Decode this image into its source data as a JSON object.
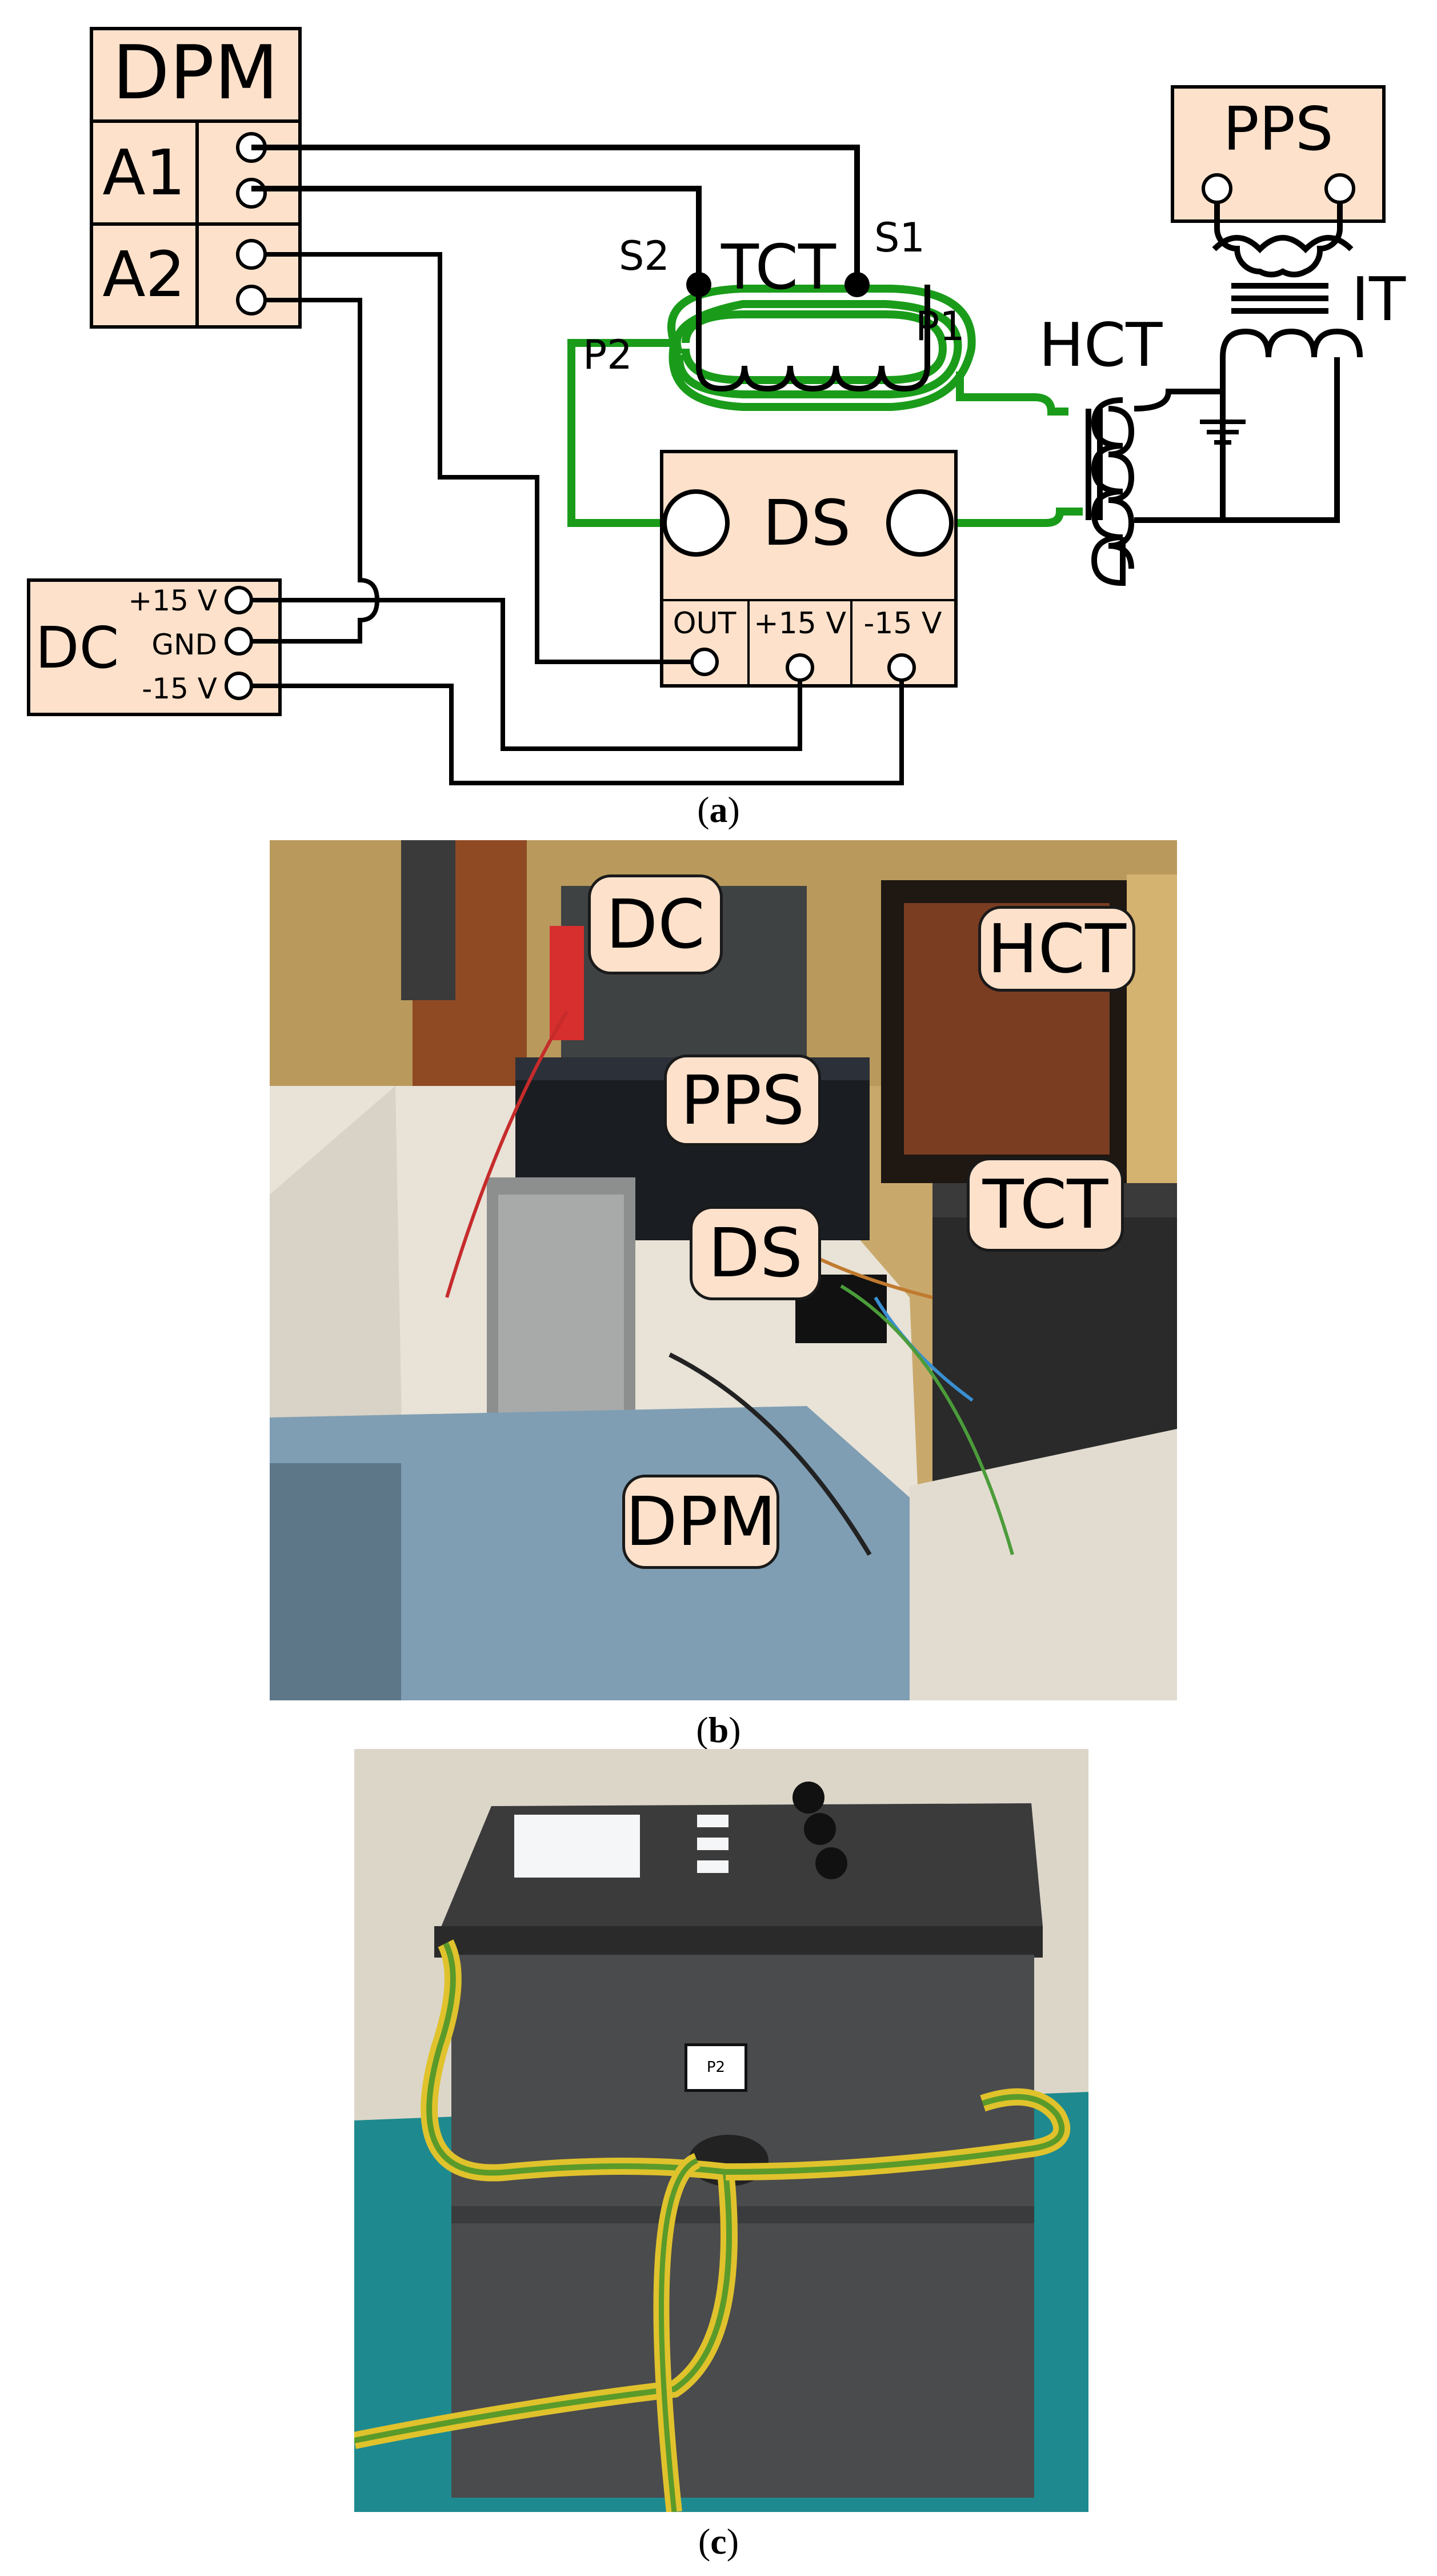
{
  "panel_a": {
    "caption_letter": "a",
    "boxes": {
      "dpm": {
        "title": "DPM",
        "ch1": "A1",
        "ch2": "A2"
      },
      "pps": {
        "title": "PPS"
      },
      "ds": {
        "title": "DS",
        "out": "OUT",
        "pos": "+15 V",
        "neg": "-15 V"
      },
      "dc": {
        "title": "DC",
        "pos": "+15 V",
        "gnd": "GND",
        "neg": "-15 V"
      }
    },
    "labels": {
      "tct": "TCT",
      "s1": "S1",
      "s2": "S2",
      "p1": "P1",
      "p2": "P2",
      "hct": "HCT",
      "it": "IT"
    },
    "colors": {
      "box_fill": "#fde1cb",
      "wire": "#000000",
      "primary_conductor": "#1a9c1a"
    }
  },
  "panel_b": {
    "caption_letter": "b",
    "labels": {
      "dc": "DC",
      "hct": "HCT",
      "pps": "PPS",
      "tct": "TCT",
      "ds": "DS",
      "dpm": "DPM"
    }
  },
  "panel_c": {
    "caption_letter": "c",
    "box_label": "P2"
  }
}
